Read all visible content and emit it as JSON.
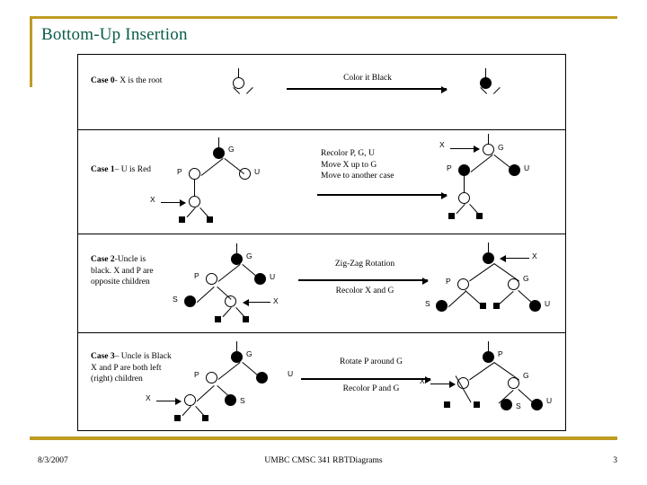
{
  "slide": {
    "title": "Bottom-Up Insertion",
    "accent_color": "#bf9c22",
    "title_color": "#0a5c4a"
  },
  "cases": [
    {
      "id": "case-0",
      "label_bold": "Case 0",
      "label_rest": "-  X is the root",
      "transform_text": [
        "Color it Black"
      ],
      "before": {
        "nodes": [
          {
            "name": "root",
            "color": "white",
            "label": ""
          }
        ]
      },
      "after": {
        "nodes": [
          {
            "name": "root",
            "color": "black",
            "label": ""
          }
        ]
      }
    },
    {
      "id": "case-1",
      "label_bold": "Case 1",
      "label_rest": "– U is Red",
      "transform_text": [
        "Recolor P, G, U",
        "Move X up to G",
        "Move to another case"
      ],
      "before": {
        "nodes": [
          {
            "name": "G",
            "color": "black",
            "label": "G"
          },
          {
            "name": "U",
            "color": "white",
            "label": "U"
          },
          {
            "name": "P",
            "color": "white",
            "label": "P"
          },
          {
            "name": "X",
            "color": "white",
            "label": "X"
          }
        ]
      },
      "after": {
        "nodes": [
          {
            "name": "G",
            "color": "white",
            "label": "G"
          },
          {
            "name": "U",
            "color": "black",
            "label": "U"
          },
          {
            "name": "P",
            "color": "black",
            "label": "P"
          },
          {
            "name": "X",
            "color": "white",
            "label": "X"
          }
        ]
      }
    },
    {
      "id": "case-2",
      "label_bold": "Case 2",
      "label_rest": "-Uncle is black. X and P are opposite children",
      "transform_text": [
        "Zig-Zag Rotation",
        "Recolor X and G"
      ],
      "before": {
        "nodes": [
          {
            "name": "G",
            "color": "black",
            "label": "G"
          },
          {
            "name": "U",
            "color": "black",
            "label": "U"
          },
          {
            "name": "P",
            "color": "white",
            "label": "P"
          },
          {
            "name": "S",
            "color": "black",
            "label": "S"
          },
          {
            "name": "X",
            "color": "white",
            "label": "X"
          }
        ]
      },
      "after": {
        "nodes": [
          {
            "name": "X",
            "color": "black",
            "label": "X"
          },
          {
            "name": "P",
            "color": "white",
            "label": "P"
          },
          {
            "name": "G",
            "color": "white",
            "label": "G"
          },
          {
            "name": "S",
            "color": "black",
            "label": "S"
          },
          {
            "name": "U",
            "color": "black",
            "label": "U"
          }
        ]
      }
    },
    {
      "id": "case-3",
      "label_bold": "Case 3",
      "label_rest": "– Uncle is Black X and P are both left (right) children",
      "transform_text": [
        "Rotate P around G",
        "Recolor P and G"
      ],
      "before": {
        "nodes": [
          {
            "name": "G",
            "color": "black",
            "label": "G"
          },
          {
            "name": "U",
            "color": "black",
            "label": "U"
          },
          {
            "name": "P",
            "color": "white",
            "label": "P"
          },
          {
            "name": "S",
            "color": "black",
            "label": "S"
          },
          {
            "name": "X",
            "color": "white",
            "label": "X"
          }
        ]
      },
      "after": {
        "nodes": [
          {
            "name": "P",
            "color": "black",
            "label": "P"
          },
          {
            "name": "X",
            "color": "white",
            "label": "X"
          },
          {
            "name": "G",
            "color": "white",
            "label": "G"
          },
          {
            "name": "S",
            "color": "black",
            "label": "S"
          },
          {
            "name": "U",
            "color": "black",
            "label": "U"
          }
        ]
      }
    }
  ],
  "labels": {
    "G": "G",
    "U": "U",
    "P": "P",
    "X": "X",
    "S": "S",
    "case0_text": "Color it Black",
    "case1_l1": "Recolor P, G, U",
    "case1_l2": "Move X up to G",
    "case1_l3": "Move to another case",
    "case2_l1": "Zig-Zag Rotation",
    "case2_l2": "Recolor X and G",
    "case3_l1": "Rotate P around G",
    "case3_l2": "Recolor P and G",
    "case0_label_bold": "Case 0",
    "case0_label_rest": "-  X is the root",
    "case1_label_bold": "Case 1",
    "case1_label_rest": "– U is Red",
    "case2_label_bold": "Case 2",
    "case2_label_rest": "-Uncle is",
    "case2_label_l2": "black. X and P are",
    "case2_label_l3": "opposite children",
    "case3_label_bold": "Case 3",
    "case3_label_rest": "– Uncle is Black",
    "case3_label_l2": "X and P are both left",
    "case3_label_l3": "(right) children"
  },
  "footer": {
    "date": "8/3/2007",
    "center": "UMBC CMSC 341 RBTDiagrams",
    "page": "3"
  }
}
